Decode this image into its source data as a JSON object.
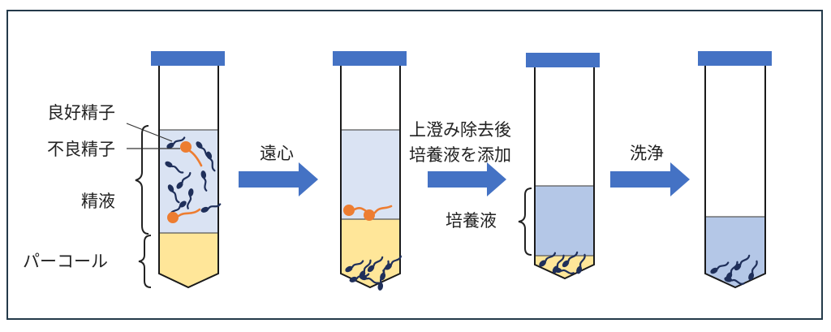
{
  "labels": {
    "good_sperm": "良好精子",
    "bad_sperm": "不良精子",
    "semen": "精液",
    "percoll": "パーコール",
    "centrifuge": "遠心",
    "step2_line1": "上澄み除去後",
    "step2_line2": "培養液を添加",
    "culture_medium": "培養液",
    "wash": "洗浄"
  },
  "colors": {
    "cap": "#4472c4",
    "semen": "#dae3f3",
    "percoll": "#ffe699",
    "culture": "#b4c7e7",
    "arrow": "#4472c4",
    "sperm_good": "#1f2f5a",
    "sperm_bad": "#ed7d31",
    "frame": "#243a4a"
  },
  "tubes": [
    {
      "stage": "initial",
      "layers": [
        "semen",
        "percoll"
      ]
    },
    {
      "stage": "after-centrifuge",
      "layers": [
        "semen",
        "percoll"
      ]
    },
    {
      "stage": "culture-added",
      "layers": [
        "culture",
        "percoll"
      ]
    },
    {
      "stage": "after-wash",
      "layers": [
        "culture"
      ]
    }
  ]
}
